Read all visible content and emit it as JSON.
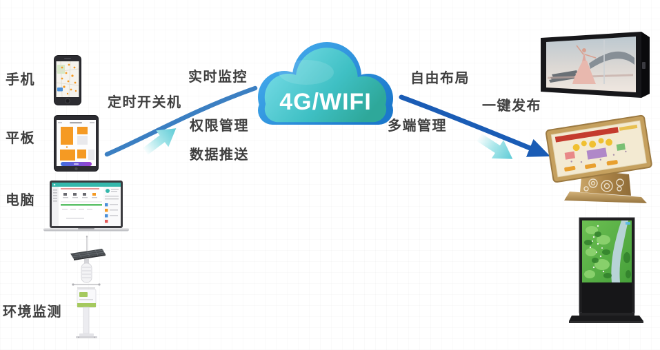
{
  "cloud": {
    "label": "4G/WIFI"
  },
  "devices": {
    "phone": "手机",
    "tablet": "平板",
    "computer": "电脑",
    "env_monitor": "环境监测"
  },
  "annotations": {
    "scheduled_power": "定时开关机",
    "realtime_monitoring": "实时监控",
    "permission_mgmt": "权限管理",
    "data_push": "数据推送",
    "free_layout": "自由布局",
    "multi_terminal_mgmt": "多端管理",
    "one_click_publish": "一键发布"
  },
  "illustrations": {
    "phone_screen": "map-with-orange-markers",
    "tablet_screen": "orange-tile-layout-editor",
    "computer_screen": "teal-dashboard-ui",
    "env_station": "solar-powered-sensor-pole",
    "wall_display": "large-ad-screen-dancer",
    "touch_table": "golden-touch-table-mall-map",
    "floor_kiosk": "vertical-signage-green-park-map"
  },
  "colors": {
    "cloud_rim": "#2a8fd8",
    "cloud_body_top": "#66d4e0",
    "cloud_body_bottom": "#2ea89a",
    "left_curve_arrow": "#3b7fc2",
    "right_curve_arrow": "#1a5cb5",
    "teal_arrow": "#5ecbd6",
    "accent_orange": "#f59a23",
    "label_text": "#3f3f3f"
  }
}
